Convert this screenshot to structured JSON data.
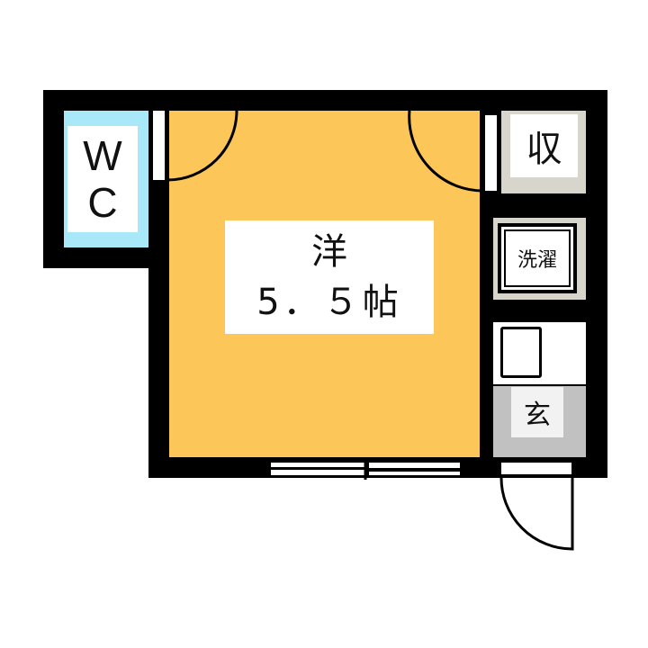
{
  "colors": {
    "wall": "#000000",
    "western_room": "#FCC659",
    "wc": "#A9E8F8",
    "storage": "#D8D6CC",
    "laundry": "#D8D6CC",
    "entrance": "#C1C1C1",
    "label_bg": "#FFFFFF"
  },
  "rooms": {
    "wc": {
      "label_line1": "W",
      "label_line2": "C"
    },
    "western": {
      "label_line1": "洋",
      "label_line2": "5．５帖",
      "type": "洋室",
      "size_jo": "5.5"
    },
    "storage": {
      "label": "収"
    },
    "laundry": {
      "label": "洗濯"
    },
    "entrance": {
      "label": "玄"
    }
  }
}
